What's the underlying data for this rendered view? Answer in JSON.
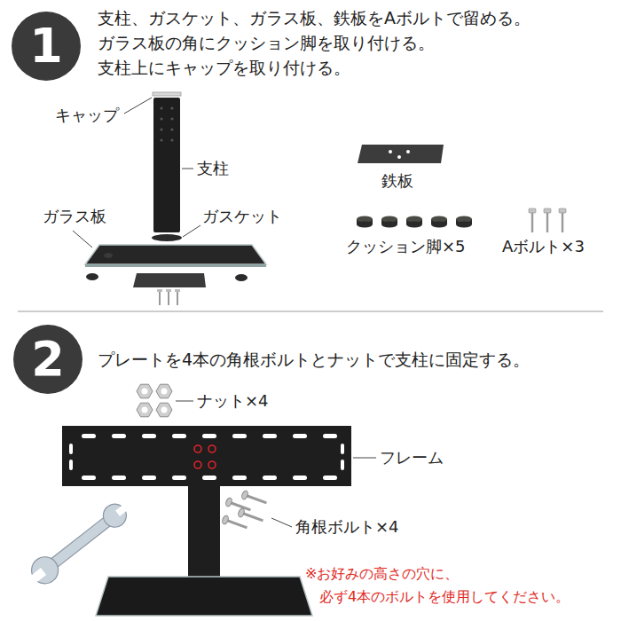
{
  "diagram": {
    "nodes": [
      {
        "text": [
          "1"
        ]
      },
      {
        "text": [
          "2"
        ]
      }
    ],
    "labels": [
      "支柱、ガスケット、ガラス板、鉄板をAボルトで留める。",
      "ガラス板の角にクッション脚を取り付ける。",
      "支柱上にキャップを取り付ける。",
      "キャップ",
      "支柱",
      "ガラス板",
      "ガスケット",
      "鉄板",
      "クッション脚×5",
      "Aボルト×3",
      "プレートを4本の角根ボルトとナットで支柱に固定する。",
      "ナット×4",
      "フレーム",
      "角根ボルト×4",
      "※お好みの高さの穴に、 必ず4本のボルトを使用してください。"
    ]
  }
}
